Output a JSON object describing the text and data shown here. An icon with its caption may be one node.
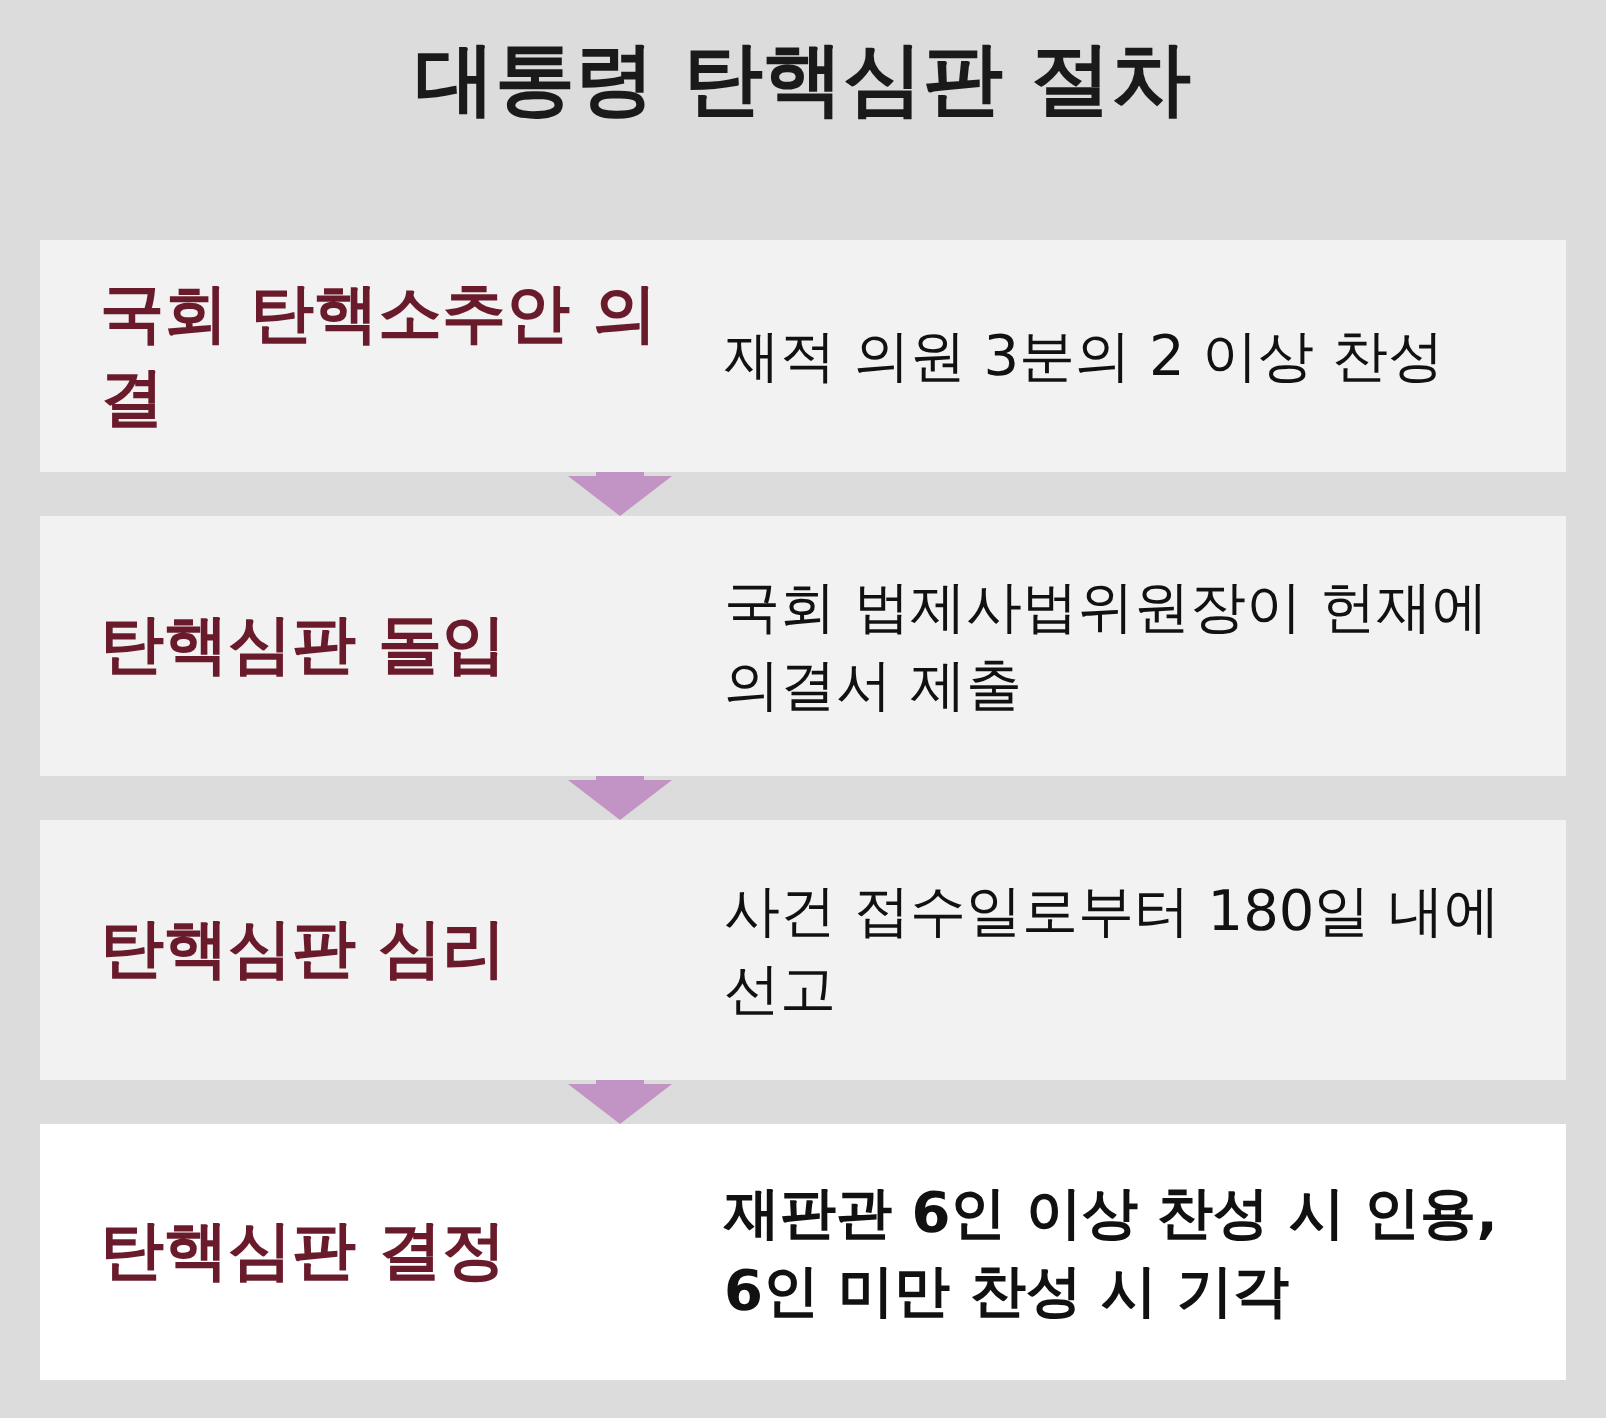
{
  "diagram": {
    "title": "대통령 탄핵심판 절차",
    "nodes": [
      {
        "text": [
          "국회 탄핵소추안 의결",
          "재적 의원 3분의 2 이상 찬성"
        ]
      },
      {
        "text": [
          "탄핵심판 돌입",
          "국회 법제사법위원장이 헌재에 의결서 제출"
        ]
      },
      {
        "text": [
          "탄핵심판 심리",
          "사건 접수일로부터 180일 내에 선고"
        ]
      },
      {
        "text": [
          "탄핵심판 결정",
          "재판관 6인 이상 찬성 시 인용, 6인 미만 찬성 시 기각"
        ]
      }
    ],
    "edges": [
      {
        "from": 0,
        "to": 1,
        "arrow": "to"
      },
      {
        "from": 1,
        "to": 2,
        "arrow": "to"
      },
      {
        "from": 2,
        "to": 3,
        "arrow": "to"
      }
    ]
  }
}
